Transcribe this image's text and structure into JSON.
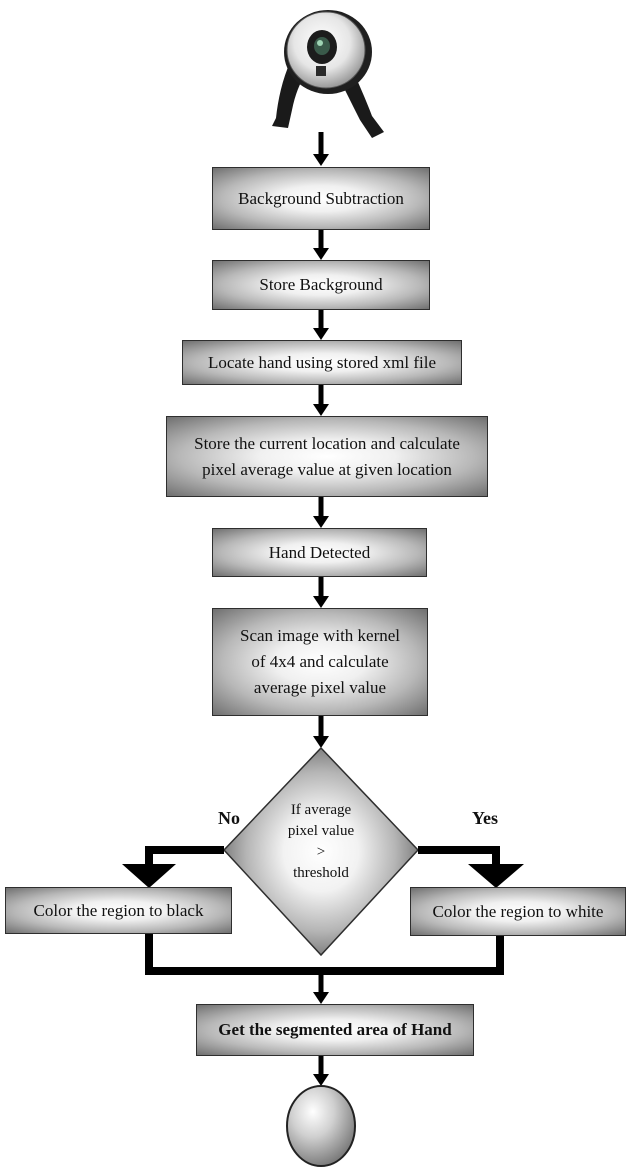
{
  "steps": {
    "background_subtraction": "Background Subtraction",
    "store_background": "Store Background",
    "locate_hand": "Locate hand using stored xml file",
    "store_location": "Store the current location and calculate\npixel average value at given location",
    "hand_detected": "Hand Detected",
    "scan_image": "Scan image with kernel\nof 4x4 and calculate\naverage pixel value",
    "decision": "If average\npixel value\n>\nthreshold",
    "color_black": "Color the region to black",
    "color_white": "Color the region to white",
    "segmented": "Get the segmented area of Hand"
  },
  "branches": {
    "no": "No",
    "yes": "Yes"
  },
  "icons": {
    "start": "webcam-icon",
    "end": "end-circle"
  }
}
